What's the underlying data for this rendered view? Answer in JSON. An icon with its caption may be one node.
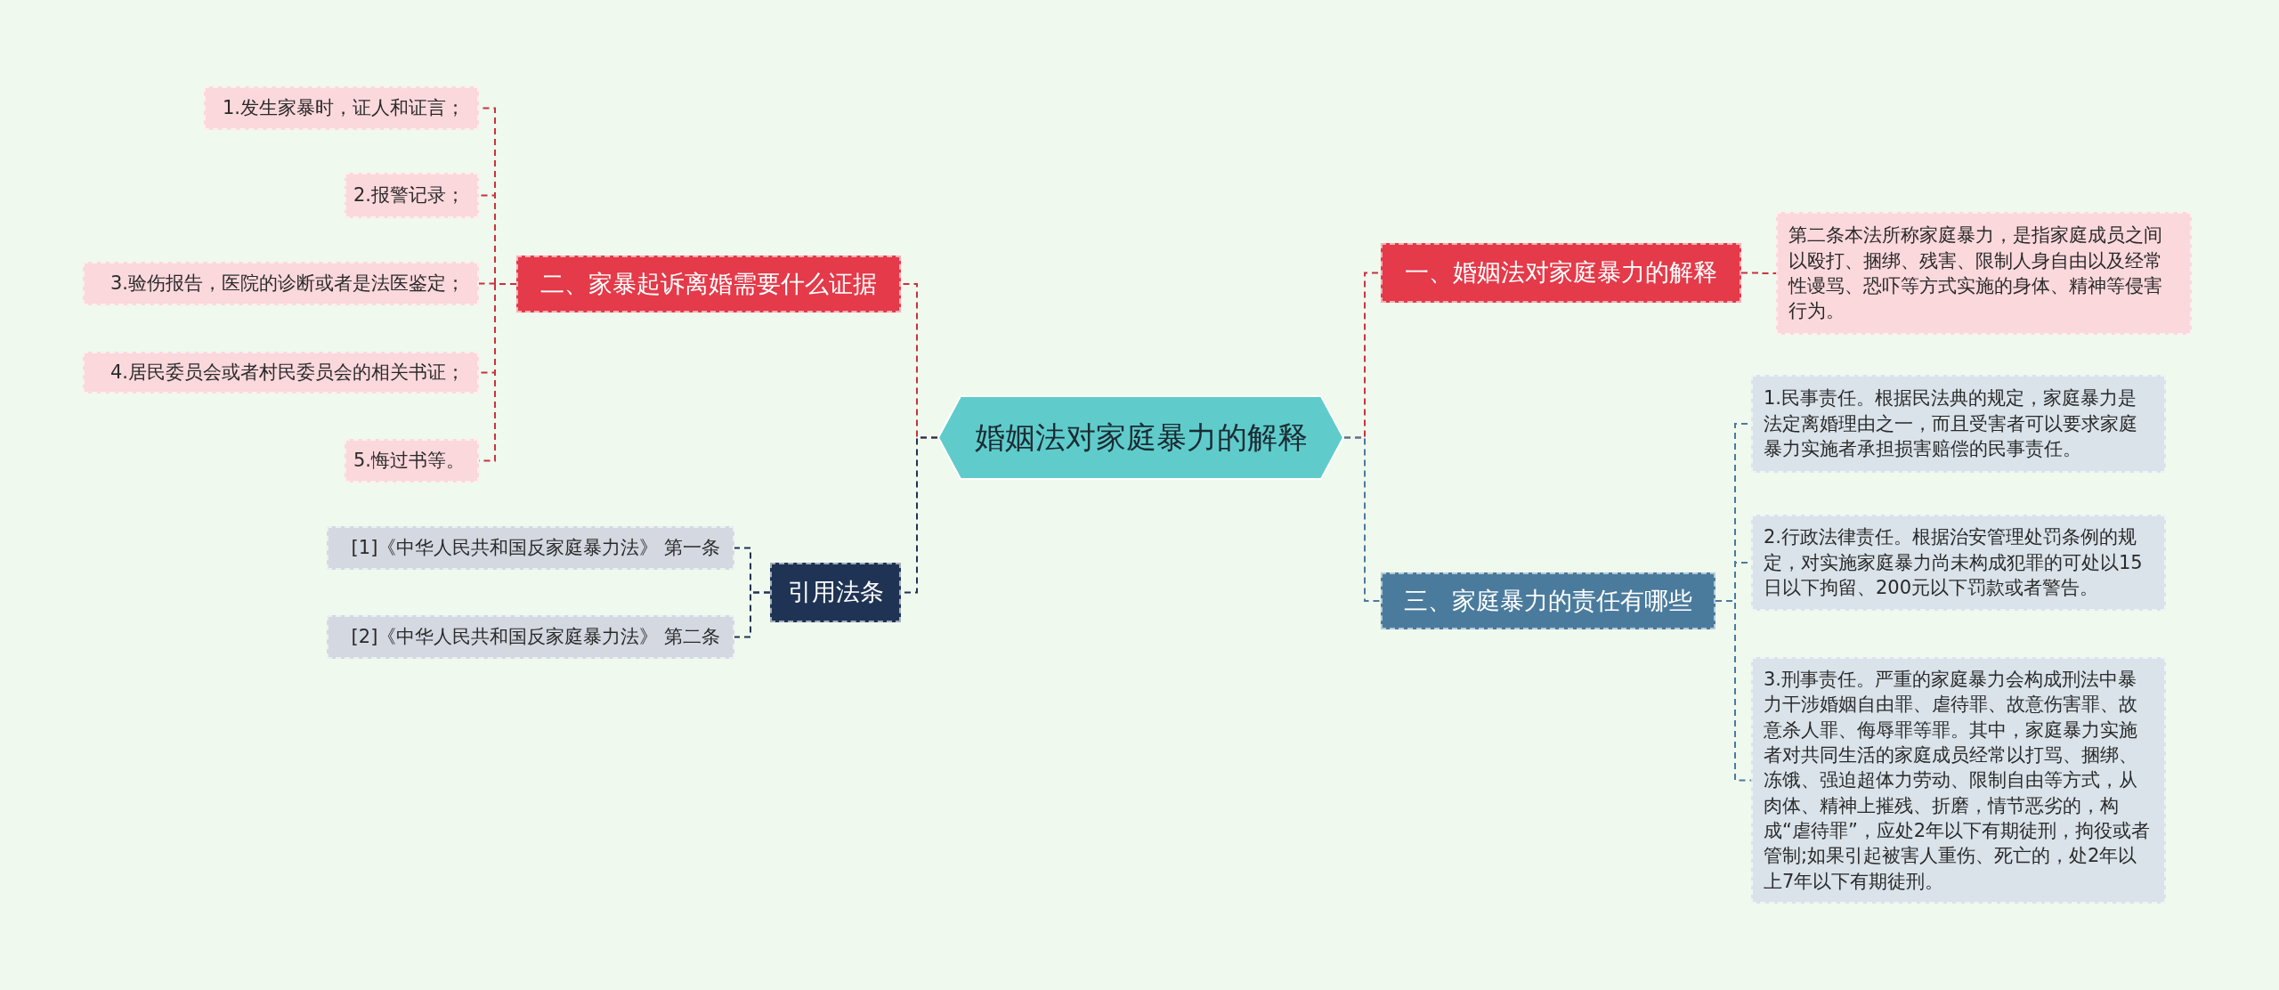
{
  "diagram": {
    "nodes": [
      {
        "text": [
          "婚姻法对家庭暴力的解释"
        ]
      },
      {
        "text": [
          "一、婚姻法对家庭暴力的解释"
        ]
      },
      {
        "text": [
          "第二条本法所称家庭暴力，是指家庭成员之间以殴打、捆绑、残害、限制人身自由以及经常性谩骂、恐吓等方式实施的身体、精神等侵害行为。"
        ]
      },
      {
        "text": [
          "三、家庭暴力的责任有哪些"
        ]
      },
      {
        "text": [
          "1.民事责任。根据民法典的规定，家庭暴力是法定离婚理由之一，而且受害者可以要求家庭暴力实施者承担损害赔偿的民事责任。"
        ]
      },
      {
        "text": [
          "2.行政法律责任。根据治安管理处罚条例的规定，对实施家庭暴力尚未构成犯罪的可处以15日以下拘留、200元以下罚款或者警告。"
        ]
      },
      {
        "text": [
          "3.刑事责任。严重的家庭暴力会构成刑法中暴力干涉婚姻自由罪、虐待罪、故意伤害罪、故意杀人罪、侮辱罪等罪。其中，家庭暴力实施者对共同生活的家庭成员经常以打骂、捆绑、冻饿、强迫超体力劳动、限制自由等方式，从肉体、精神上摧残、折磨，情节恶劣的，构成“虐待罪”，应处2年以下有期徒刑，拘役或者管制;如果引起被害人重伤、死亡的，处2年以上7年以下有期徒刑。"
        ]
      },
      {
        "text": [
          "二、家暴起诉离婚需要什么证据"
        ]
      },
      {
        "text": [
          "1.发生家暴时，证人和证言；"
        ]
      },
      {
        "text": [
          "2.报警记录；"
        ]
      },
      {
        "text": [
          "3.验伤报告，医院的诊断或者是法医鉴定；"
        ]
      },
      {
        "text": [
          "4.居民委员会或者村民委员会的相关书证；"
        ]
      },
      {
        "text": [
          "5.悔过书等。"
        ]
      },
      {
        "text": [
          "引用法条"
        ]
      },
      {
        "text": [
          "[1]《中华人民共和国反家庭暴力法》 第一条"
        ]
      },
      {
        "text": [
          "[2]《中华人民共和国反家庭暴力法》 第二条"
        ]
      }
    ],
    "edges": [
      {
        "from": 0,
        "to": 1,
        "arrow": "none"
      },
      {
        "from": 1,
        "to": 2,
        "arrow": "none"
      },
      {
        "from": 0,
        "to": 3,
        "arrow": "none",
        "color": "#4a7b9d"
      },
      {
        "from": 3,
        "to": 4,
        "arrow": "none",
        "color": "#4a7b9d"
      },
      {
        "from": 3,
        "to": 5,
        "arrow": "none",
        "color": "#4a7b9d"
      },
      {
        "from": 3,
        "to": 6,
        "arrow": "none",
        "color": "#4a7b9d"
      },
      {
        "from": 0,
        "to": 7,
        "arrow": "none"
      },
      {
        "from": 7,
        "to": 8,
        "arrow": "none"
      },
      {
        "from": 7,
        "to": 9,
        "arrow": "none"
      },
      {
        "from": 7,
        "to": 10,
        "arrow": "none"
      },
      {
        "from": 7,
        "to": 11,
        "arrow": "none"
      },
      {
        "from": 7,
        "to": 12,
        "arrow": "none"
      },
      {
        "from": 0,
        "to": 13,
        "arrow": "none",
        "color": "#1f3354"
      },
      {
        "from": 13,
        "to": 14,
        "arrow": "none",
        "color": "#1f3354"
      },
      {
        "from": 13,
        "to": 15,
        "arrow": "none",
        "color": "#1f3354"
      }
    ]
  }
}
